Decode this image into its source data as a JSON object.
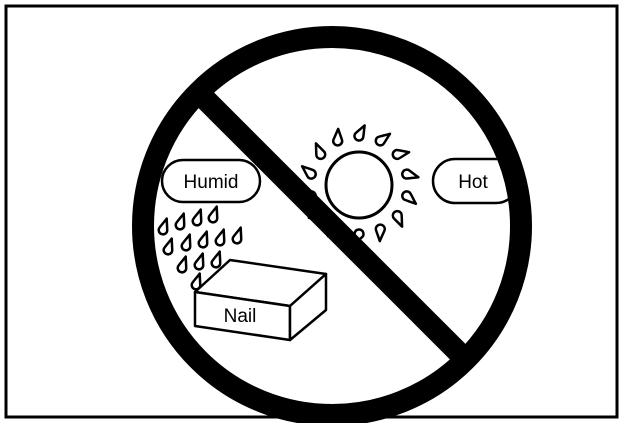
{
  "labels": {
    "humid": "Humid",
    "hot": "Hot",
    "nail": "Nail"
  },
  "icons": {
    "prohibition": "prohibition-circle-icon",
    "sun": "sun-icon",
    "rain": "raindrops-icon",
    "box": "nail-box-icon"
  },
  "colors": {
    "ink": "#000000",
    "background": "#ffffff"
  }
}
